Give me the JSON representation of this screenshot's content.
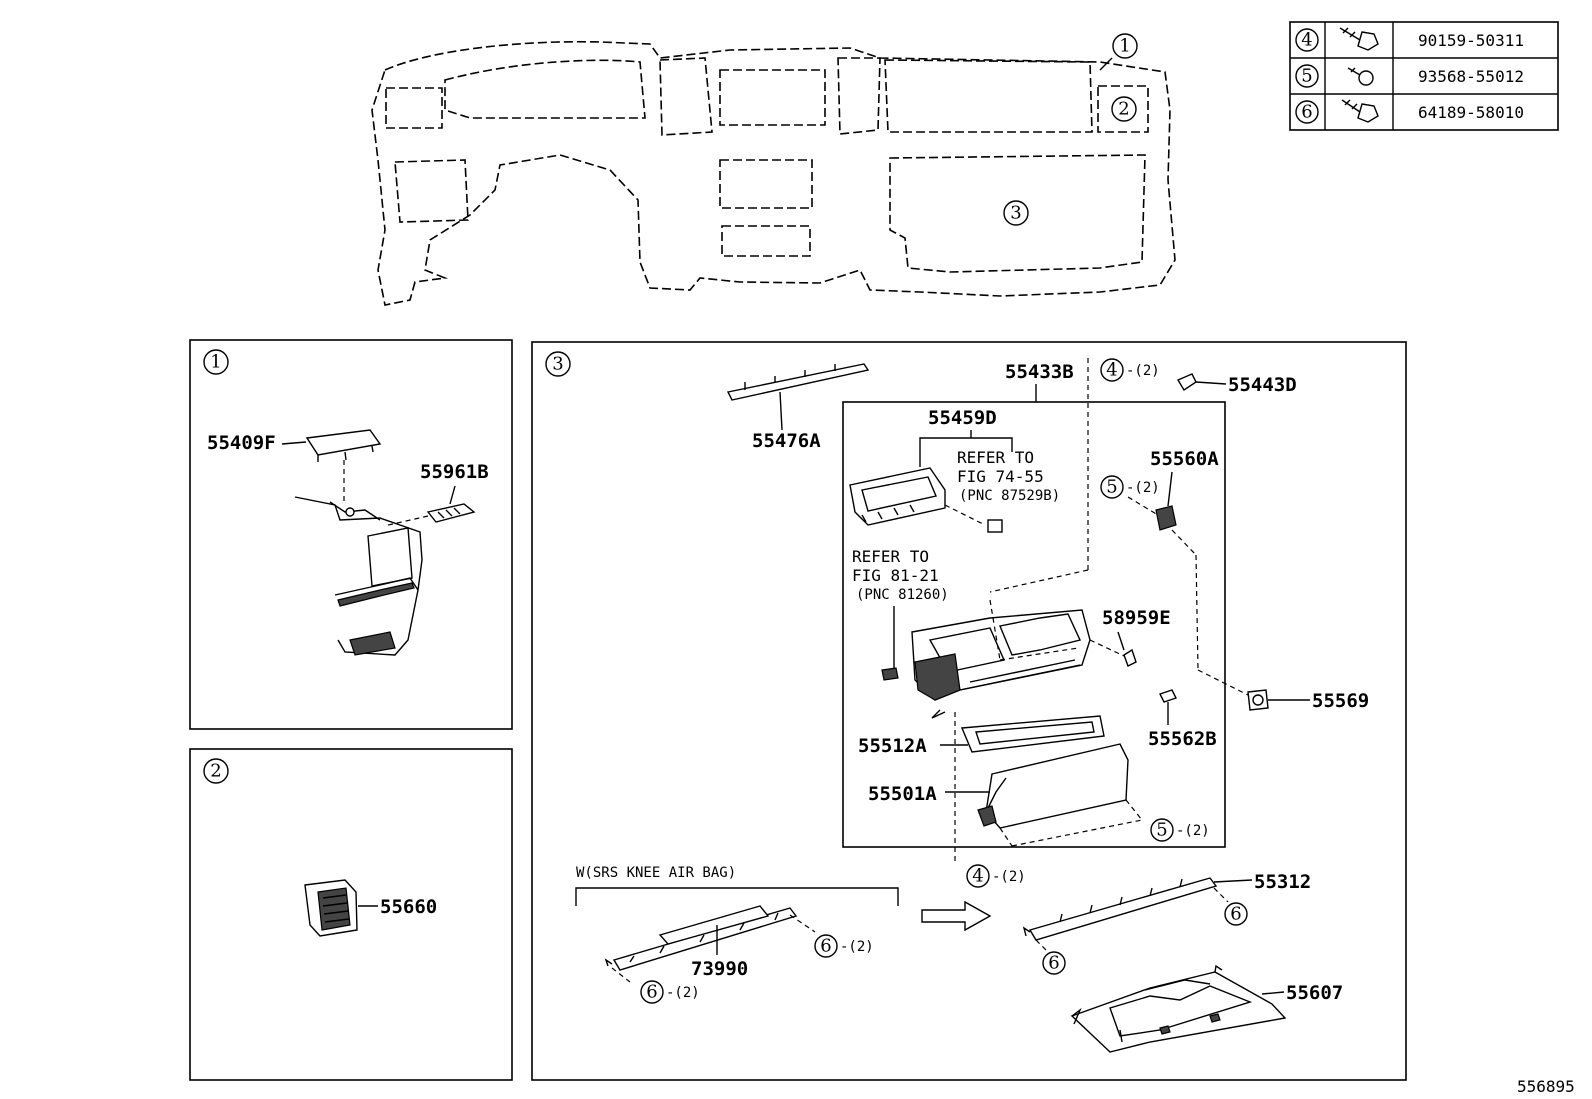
{
  "fastener_table": [
    {
      "key": "4",
      "part": "90159-50311",
      "icon": "bolt-icon"
    },
    {
      "key": "5",
      "part": "93568-55012",
      "icon": "screw-icon"
    },
    {
      "key": "6",
      "part": "64189-58010",
      "icon": "bolt-icon"
    }
  ],
  "overview_callouts": [
    "1",
    "2",
    "3"
  ],
  "panel1": {
    "key": "1",
    "labels": {
      "cover": "55409F",
      "vent": "55961B"
    }
  },
  "panel2": {
    "key": "2",
    "labels": {
      "register": "55660"
    }
  },
  "panel3": {
    "key": "3",
    "labels": {
      "mount_strip": "55476A",
      "assembly": "55433B",
      "bezel": "55459D",
      "clip_d": "55443D",
      "switch": "55560A",
      "lamp": "58959E",
      "striker": "55569",
      "damper": "55562B",
      "panel_inner": "55512A",
      "door": "55501A",
      "reinforcement": "55312",
      "under_cover": "55607",
      "knee_airbag": "73990"
    },
    "refer1": {
      "l1": "REFER TO",
      "l2": "FIG 74-55",
      "l3": "(PNC 87529B)"
    },
    "refer2": {
      "l1": "REFER TO",
      "l2": "FIG 81-21",
      "l3": "(PNC 81260)"
    },
    "variant_label": "W(SRS KNEE AIR BAG)",
    "callouts": [
      {
        "n": "4",
        "qty": "-(2)"
      },
      {
        "n": "5",
        "qty": "-(2)"
      },
      {
        "n": "5",
        "qty": "-(2)"
      },
      {
        "n": "4",
        "qty": "-(2)"
      },
      {
        "n": "6",
        "qty": ""
      },
      {
        "n": "6",
        "qty": ""
      },
      {
        "n": "6",
        "qty": "-(2)"
      },
      {
        "n": "6",
        "qty": "-(2)"
      }
    ]
  },
  "figure_id": "556895"
}
